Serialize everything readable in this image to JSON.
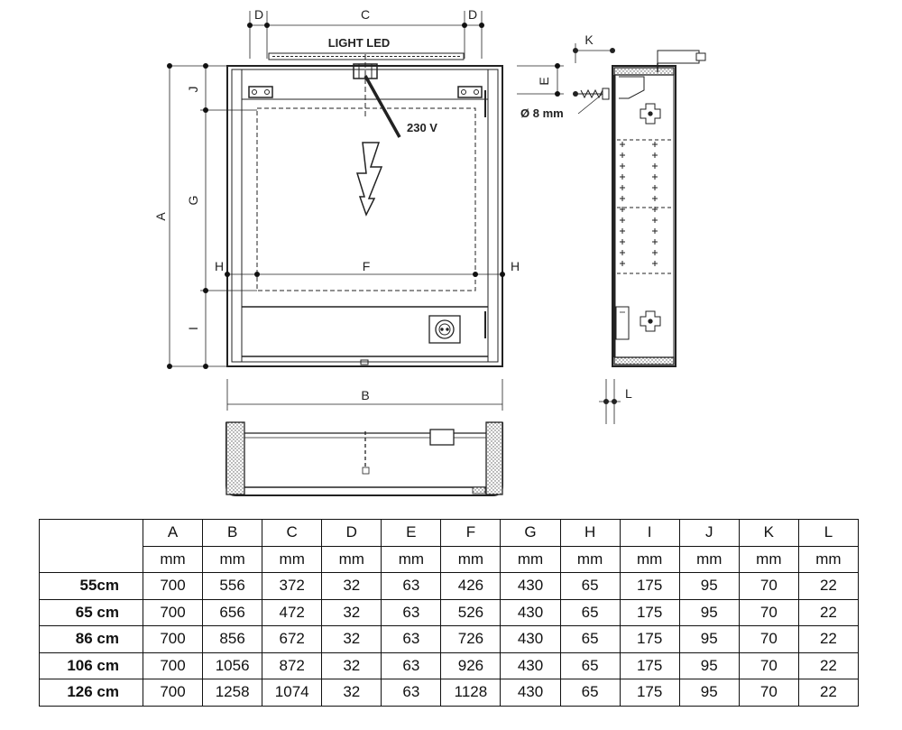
{
  "drawing": {
    "labels": {
      "A": "A",
      "B": "B",
      "C": "C",
      "D_left": "D",
      "D_right": "D",
      "E": "E",
      "F": "F",
      "G": "G",
      "H_left": "H",
      "H_right": "H",
      "I": "I",
      "J": "J",
      "K": "K",
      "L": "L"
    },
    "light_led": "LIGHT LED",
    "voltage": "230 V",
    "screw": "Ø 8 mm"
  },
  "table": {
    "columns": [
      "A",
      "B",
      "C",
      "D",
      "E",
      "F",
      "G",
      "H",
      "I",
      "J",
      "K",
      "L"
    ],
    "unit": "mm",
    "rows": [
      {
        "label": "55cm",
        "values": [
          "700",
          "556",
          "372",
          "32",
          "63",
          "426",
          "430",
          "65",
          "175",
          "95",
          "70",
          "22"
        ]
      },
      {
        "label": "65 cm",
        "values": [
          "700",
          "656",
          "472",
          "32",
          "63",
          "526",
          "430",
          "65",
          "175",
          "95",
          "70",
          "22"
        ]
      },
      {
        "label": "86 cm",
        "values": [
          "700",
          "856",
          "672",
          "32",
          "63",
          "726",
          "430",
          "65",
          "175",
          "95",
          "70",
          "22"
        ]
      },
      {
        "label": "106 cm",
        "values": [
          "700",
          "1056",
          "872",
          "32",
          "63",
          "926",
          "430",
          "65",
          "175",
          "95",
          "70",
          "22"
        ]
      },
      {
        "label": "126 cm",
        "values": [
          "700",
          "1258",
          "1074",
          "32",
          "63",
          "1128",
          "430",
          "65",
          "175",
          "95",
          "70",
          "22"
        ]
      }
    ]
  }
}
